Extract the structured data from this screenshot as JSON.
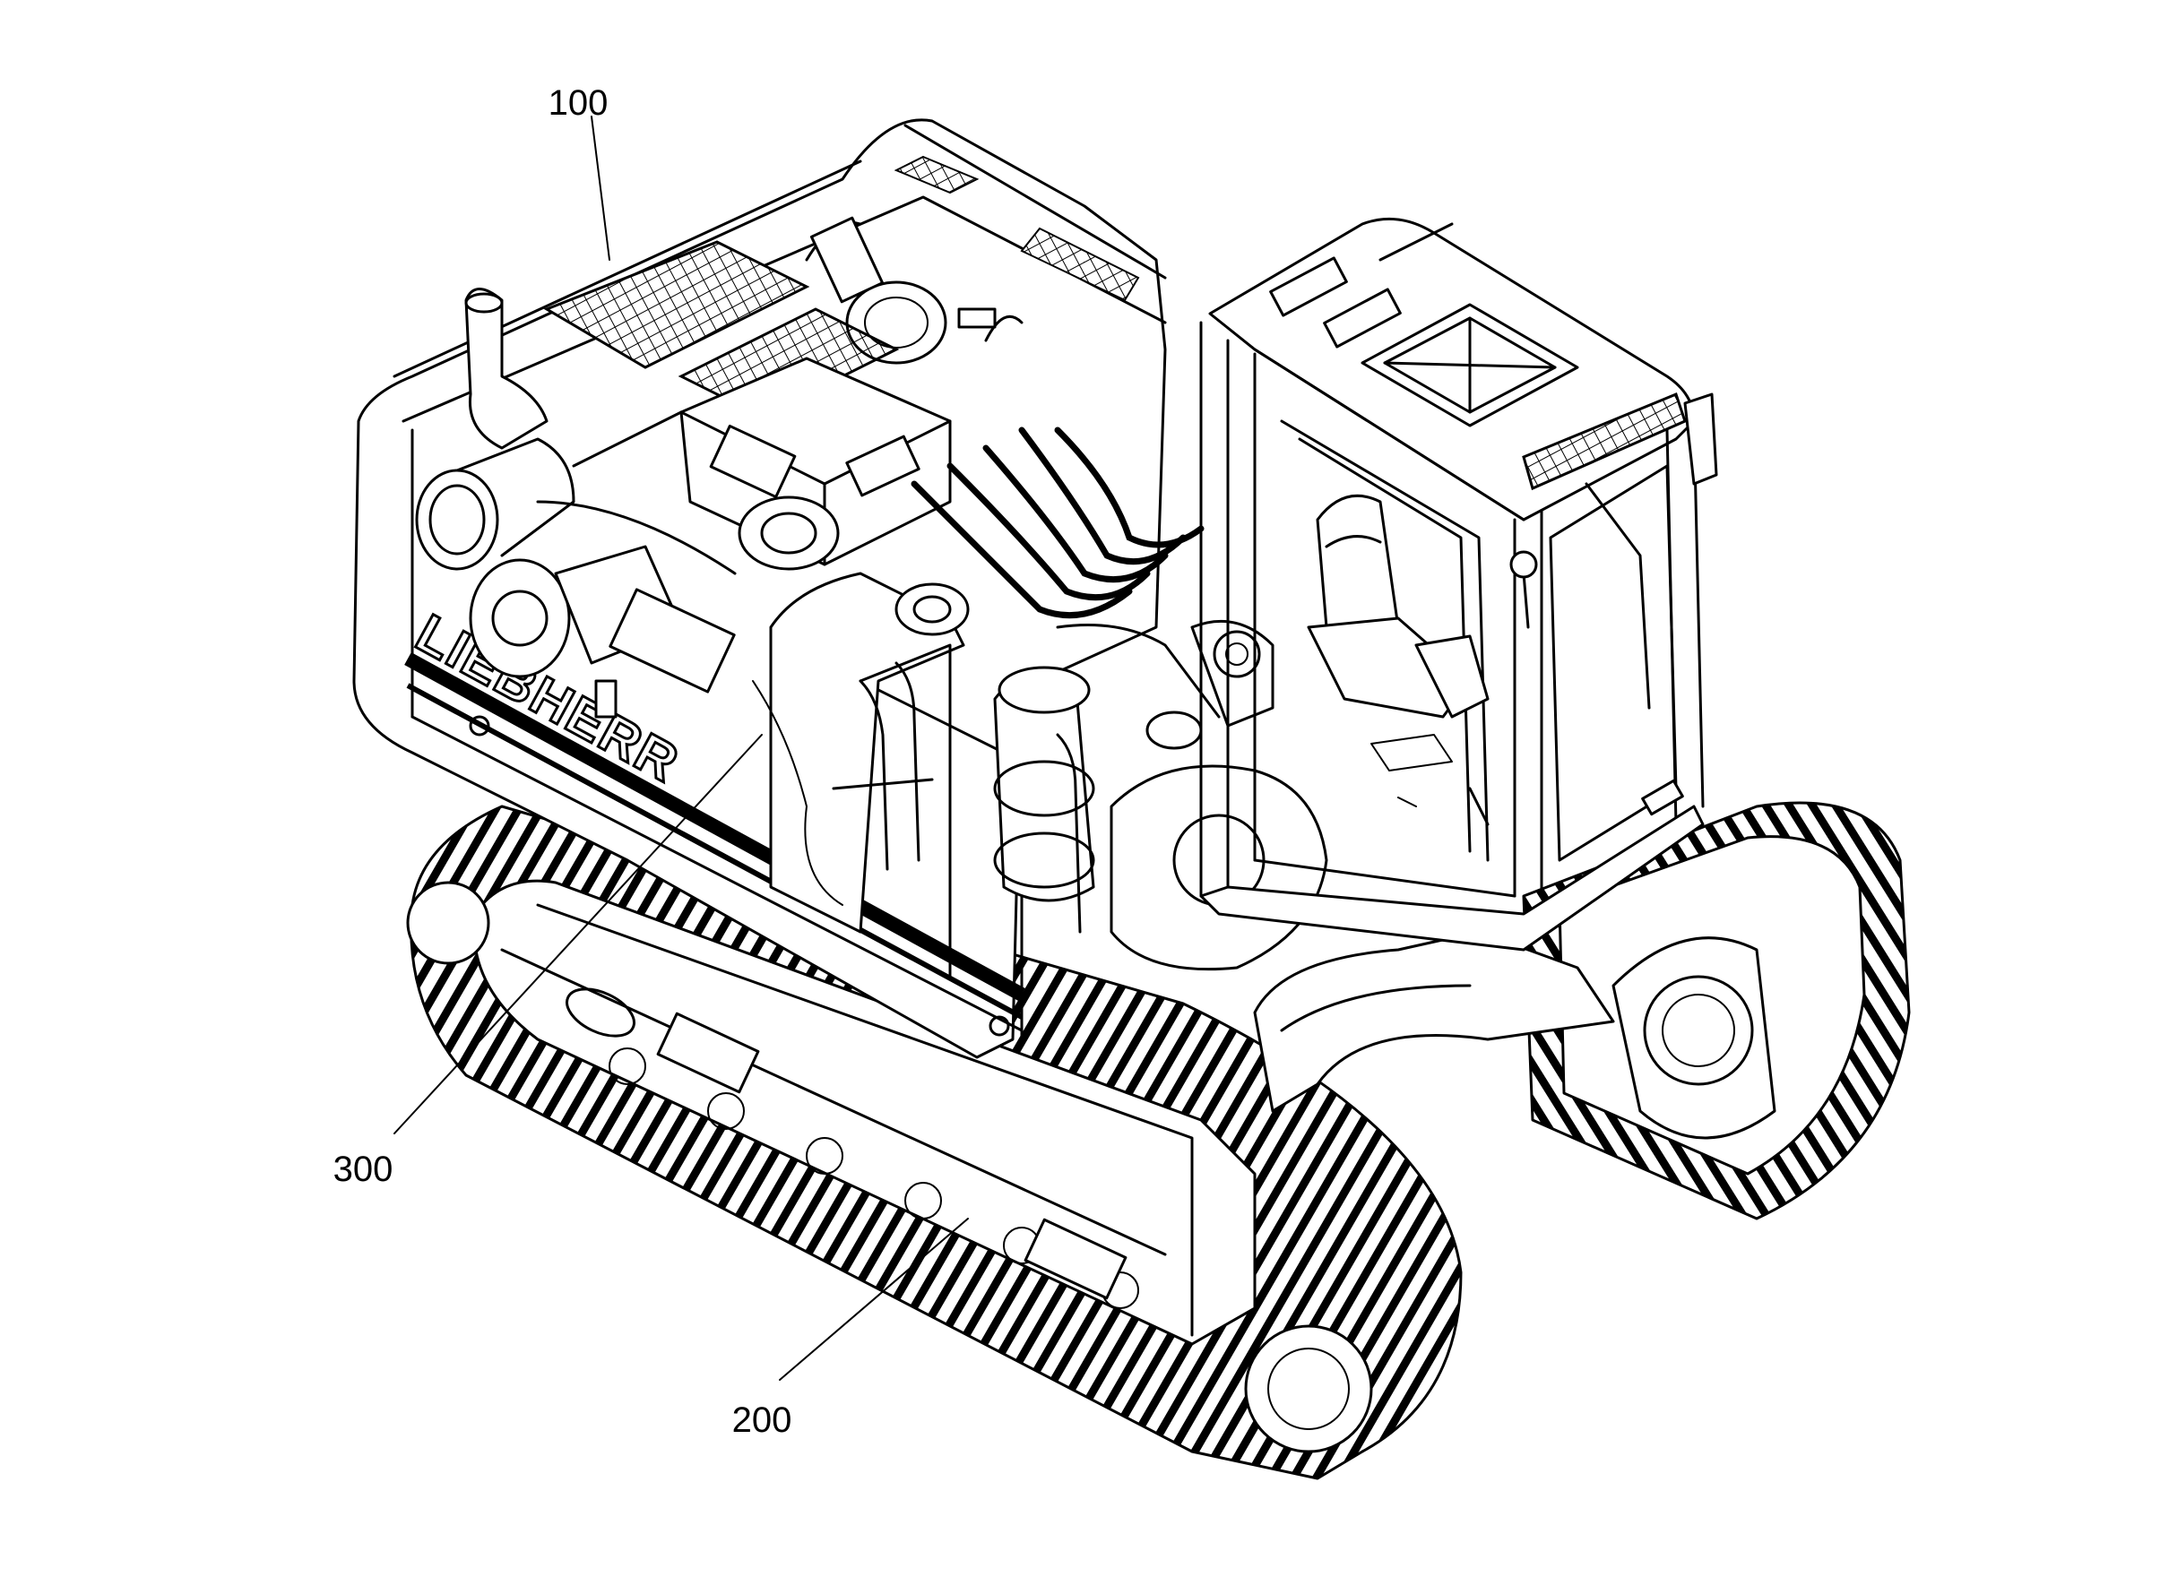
{
  "figure": {
    "brand_text": "LIEBHERR",
    "reference_numerals": [
      {
        "id": "upper-carriage",
        "text": "100"
      },
      {
        "id": "undercarriage",
        "text": "200"
      },
      {
        "id": "counterweight-housing",
        "text": "300"
      }
    ]
  }
}
